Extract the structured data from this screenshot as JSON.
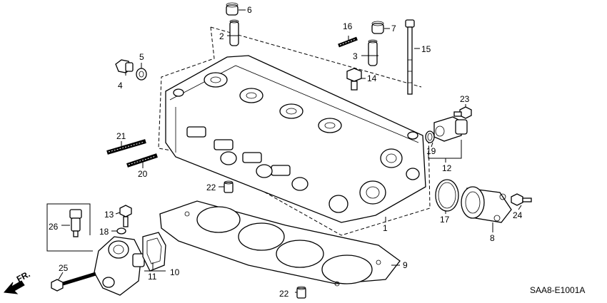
{
  "diagram": {
    "diagram_code": "SAA8-E1001A",
    "direction_label": "FR.",
    "callouts": [
      {
        "id": "c1",
        "label": "1"
      },
      {
        "id": "c2",
        "label": "2"
      },
      {
        "id": "c3",
        "label": "3"
      },
      {
        "id": "c4",
        "label": "4"
      },
      {
        "id": "c5",
        "label": "5"
      },
      {
        "id": "c6",
        "label": "6"
      },
      {
        "id": "c7",
        "label": "7"
      },
      {
        "id": "c8",
        "label": "8"
      },
      {
        "id": "c9",
        "label": "9"
      },
      {
        "id": "c10",
        "label": "10"
      },
      {
        "id": "c11",
        "label": "11"
      },
      {
        "id": "c12",
        "label": "12"
      },
      {
        "id": "c13",
        "label": "13"
      },
      {
        "id": "c14",
        "label": "14"
      },
      {
        "id": "c15",
        "label": "15"
      },
      {
        "id": "c16",
        "label": "16"
      },
      {
        "id": "c17",
        "label": "17"
      },
      {
        "id": "c18",
        "label": "18"
      },
      {
        "id": "c19",
        "label": "19"
      },
      {
        "id": "c20",
        "label": "20"
      },
      {
        "id": "c21",
        "label": "21"
      },
      {
        "id": "c22a",
        "label": "22"
      },
      {
        "id": "c22b",
        "label": "22"
      },
      {
        "id": "c23",
        "label": "23"
      },
      {
        "id": "c24",
        "label": "24"
      },
      {
        "id": "c25",
        "label": "25"
      },
      {
        "id": "c26",
        "label": "26"
      }
    ]
  }
}
